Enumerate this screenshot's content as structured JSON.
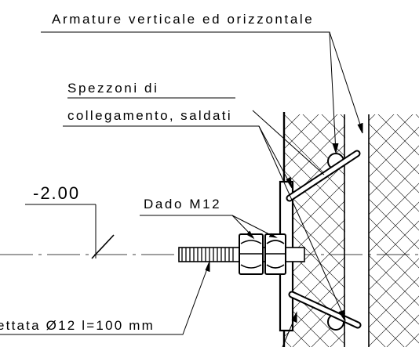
{
  "labels": {
    "armature": "Armature verticale ed orizzontale",
    "spezzoni_1": "Spezzoni di",
    "spezzoni_2": "collegamento, saldati",
    "level": "-2.00",
    "dado": "Dado M12",
    "barra": "ettata Ø12 l=100 mm"
  },
  "colors": {
    "ink": "#000000",
    "hatch": "#000000",
    "background": "#ffffff"
  }
}
